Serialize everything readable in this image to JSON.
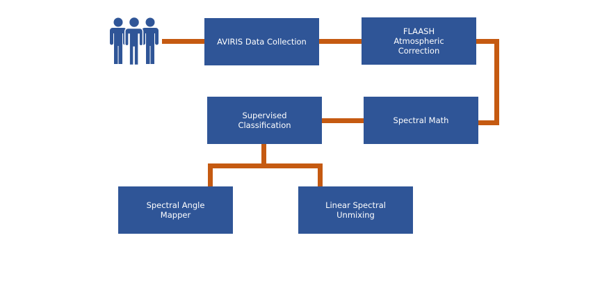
{
  "diagram": {
    "colors": {
      "box_fill": "#2f5597",
      "connector": "#c55a11",
      "text": "#ffffff",
      "icon": "#2f5597"
    },
    "start_icon": "people-group-icon",
    "nodes": {
      "aviris": {
        "label": "AVIRIS Data Collection"
      },
      "flaash": {
        "label": "FLAASH\nAtmospheric\nCorrection",
        "lines": [
          "FLAASH",
          "Atmospheric",
          "Correction"
        ]
      },
      "spectral_math": {
        "label": "Spectral Math"
      },
      "supervised": {
        "label": "Supervised\nClassification",
        "lines": [
          "Supervised",
          "Classification"
        ]
      },
      "sam": {
        "label": "Spectral Angle\nMapper",
        "lines": [
          "Spectral Angle",
          "Mapper"
        ]
      },
      "lsu": {
        "label": "Linear Spectral\nUnmixing",
        "lines": [
          "Linear Spectral",
          "Unmixing"
        ]
      }
    },
    "edges": [
      {
        "from": "people",
        "to": "aviris"
      },
      {
        "from": "aviris",
        "to": "flaash"
      },
      {
        "from": "flaash",
        "to": "spectral_math"
      },
      {
        "from": "spectral_math",
        "to": "supervised"
      },
      {
        "from": "supervised",
        "to": "sam"
      },
      {
        "from": "supervised",
        "to": "lsu"
      }
    ]
  }
}
